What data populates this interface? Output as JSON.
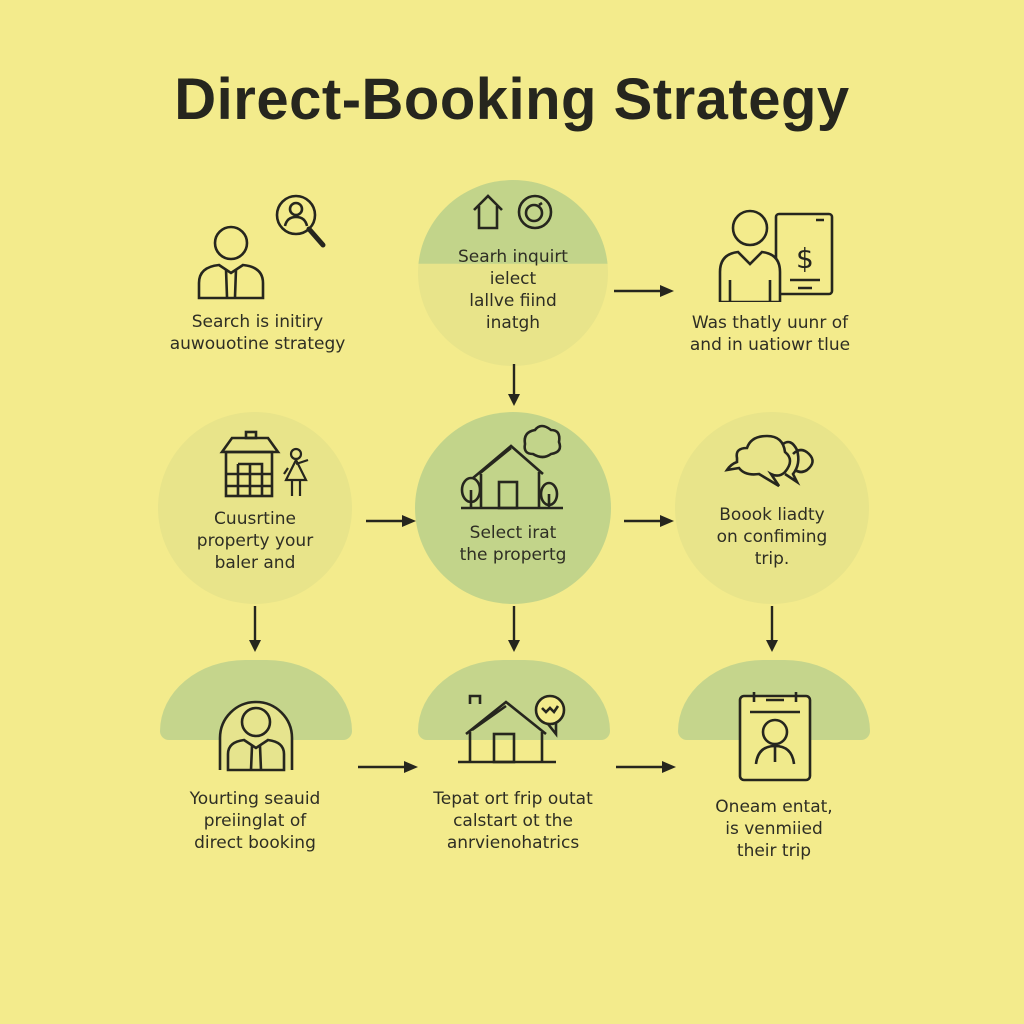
{
  "title": "Direct-Booking Strategy",
  "colors": {
    "background": "#f3eb8c",
    "circle_green": "#c2d48a",
    "circle_light": "#e8e48a",
    "stroke": "#26261e"
  },
  "steps": [
    {
      "id": "step-1",
      "icon": "person-with-search-icon",
      "label": "Search is initiry\nauwouotine strategy"
    },
    {
      "id": "step-2",
      "icon": "home-and-instagram-icon",
      "label": "Searh inquirt\nielect\nlallve fiind\ninatgh"
    },
    {
      "id": "step-3",
      "icon": "person-with-payment-icon",
      "label": "Was thatly uunr of\nand in uatiowr tlue"
    },
    {
      "id": "step-4",
      "icon": "building-with-person-icon",
      "label": "Cuusrtine\nproperty your\nbaler and"
    },
    {
      "id": "step-5",
      "icon": "house-with-trees-icon",
      "label": "Select irat\nthe propertg"
    },
    {
      "id": "step-6",
      "icon": "speech-bubble-icon",
      "label": "Boook liadty\non confiming\ntrip."
    },
    {
      "id": "step-7",
      "icon": "user-profile-icon",
      "label": "Yourting seauid\npreiinglat of\ndirect booking"
    },
    {
      "id": "step-8",
      "icon": "house-with-chat-icon",
      "label": "Tepat ort frip outat\ncalstart ot the\nanrvienohatrics"
    },
    {
      "id": "step-9",
      "icon": "contact-card-icon",
      "label": "Oneam entat,\nis venmiied\ntheir trip"
    }
  ]
}
